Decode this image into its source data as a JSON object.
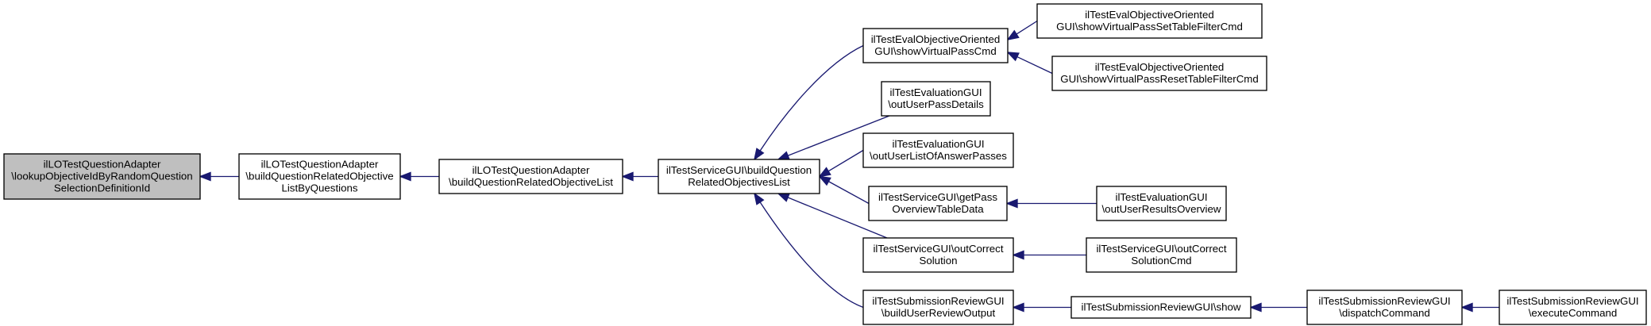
{
  "colors": {
    "edge": "#191970",
    "focus_fill": "#bfbfbf",
    "node_fill": "#ffffff",
    "border": "#000000"
  },
  "nodes": [
    {
      "id": "n0",
      "focus": true,
      "lines": [
        "ilLOTestQuestionAdapter",
        "\\lookupObjectiveIdByRandomQuestion",
        "SelectionDefinitionId"
      ]
    },
    {
      "id": "n1",
      "lines": [
        "ilLOTestQuestionAdapter",
        "\\buildQuestionRelatedObjective",
        "ListByQuestions"
      ]
    },
    {
      "id": "n2",
      "lines": [
        "ilLOTestQuestionAdapter",
        "\\buildQuestionRelatedObjectiveList"
      ]
    },
    {
      "id": "n3",
      "lines": [
        "ilTestServiceGUI\\buildQuestion",
        "RelatedObjectivesList"
      ]
    },
    {
      "id": "n4",
      "lines": [
        "ilTestEvalObjectiveOriented",
        "GUI\\showVirtualPassCmd"
      ]
    },
    {
      "id": "n5",
      "lines": [
        "ilTestEvaluationGUI",
        "\\outUserPassDetails"
      ]
    },
    {
      "id": "n6",
      "lines": [
        "ilTestEvaluationGUI",
        "\\outUserListOfAnswerPasses"
      ]
    },
    {
      "id": "n7",
      "lines": [
        "ilTestServiceGUI\\getPass",
        "OverviewTableData"
      ]
    },
    {
      "id": "n8",
      "lines": [
        "ilTestServiceGUI\\outCorrect",
        "Solution"
      ]
    },
    {
      "id": "n9",
      "lines": [
        "ilTestSubmissionReviewGUI",
        "\\buildUserReviewOutput"
      ]
    },
    {
      "id": "n10",
      "lines": [
        "ilTestEvalObjectiveOriented",
        "GUI\\showVirtualPassSetTableFilterCmd"
      ]
    },
    {
      "id": "n11",
      "lines": [
        "ilTestEvalObjectiveOriented",
        "GUI\\showVirtualPassResetTableFilterCmd"
      ]
    },
    {
      "id": "n12",
      "lines": [
        "ilTestEvaluationGUI",
        "\\outUserResultsOverview"
      ]
    },
    {
      "id": "n13",
      "lines": [
        "ilTestServiceGUI\\outCorrect",
        "SolutionCmd"
      ]
    },
    {
      "id": "n14",
      "lines": [
        "ilTestSubmissionReviewGUI\\show"
      ]
    },
    {
      "id": "n15",
      "lines": [
        "ilTestSubmissionReviewGUI",
        "\\dispatchCommand"
      ]
    },
    {
      "id": "n16",
      "lines": [
        "ilTestSubmissionReviewGUI",
        "\\executeCommand"
      ]
    }
  ],
  "edges": [
    {
      "from": "n1",
      "to": "n0"
    },
    {
      "from": "n2",
      "to": "n1"
    },
    {
      "from": "n3",
      "to": "n2"
    },
    {
      "from": "n4",
      "to": "n3"
    },
    {
      "from": "n5",
      "to": "n3"
    },
    {
      "from": "n6",
      "to": "n3"
    },
    {
      "from": "n7",
      "to": "n3"
    },
    {
      "from": "n8",
      "to": "n3"
    },
    {
      "from": "n9",
      "to": "n3"
    },
    {
      "from": "n10",
      "to": "n4"
    },
    {
      "from": "n11",
      "to": "n4"
    },
    {
      "from": "n12",
      "to": "n7"
    },
    {
      "from": "n13",
      "to": "n8"
    },
    {
      "from": "n14",
      "to": "n9"
    },
    {
      "from": "n15",
      "to": "n14"
    },
    {
      "from": "n16",
      "to": "n15"
    }
  ]
}
